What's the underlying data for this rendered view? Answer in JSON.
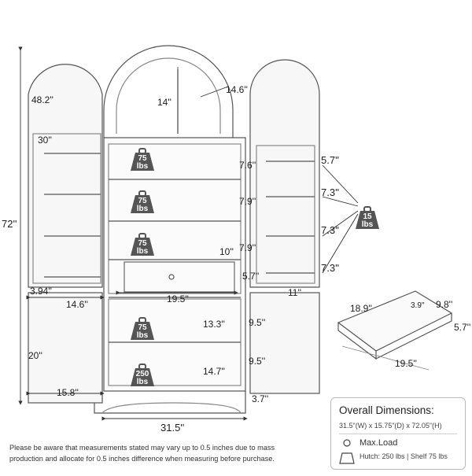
{
  "dimensions": {
    "door_height": "48.2''",
    "arch_width": "14''",
    "arch_depth": "14.6''",
    "door_rack_height": "30''",
    "total_height": "72''",
    "shelf_gap_1": "7.6''",
    "shelf_gap_2": "7.9''",
    "shelf_gap_3": "7.9''",
    "drawer_depth": "10''",
    "drawer_height": "5.7''",
    "drawer_width": "19.5''",
    "door_rack_width": "14.6''",
    "door_rack_depth": "3.94''",
    "right_rack_width": "11''",
    "rack_gap_1": "5.7''",
    "rack_gap_2": "7.3''",
    "rack_gap_3": "7.3''",
    "rack_gap_4": "7.3''",
    "lower_height": "20''",
    "lower_gap_1": "9.5''",
    "lower_gap_2": "9.5''",
    "lower_depth_1": "13.3''",
    "lower_depth_2": "14.7''",
    "lower_door_width": "15.8''",
    "base_height": "3.7''",
    "total_width": "31.5''",
    "drawer_detail_depth": "18.9''",
    "drawer_detail_side": "9.8''",
    "drawer_detail_inner": "3.9''",
    "drawer_detail_height": "5.7''",
    "drawer_detail_width": "19.5''"
  },
  "weights": {
    "shelf_1": [
      "75",
      "lbs"
    ],
    "shelf_2": [
      "75",
      "lbs"
    ],
    "shelf_3": [
      "75",
      "lbs"
    ],
    "shelf_4": [
      "75",
      "lbs"
    ],
    "bottom": [
      "250",
      "lbs"
    ],
    "door_rack": [
      "15",
      "lbs"
    ]
  },
  "summary": {
    "title": "Overall Dimensions:",
    "dims": "31.5\"(W) x 15.75\"(D) x 72.05\"(H)",
    "max_load_label": "Max.Load",
    "max_load_detail": "Hutch: 250 lbs | Shelf 75 lbs"
  },
  "note": {
    "line1": "Please be aware that measurements stated may vary up to 0.5 inches due to mass",
    "line2": "production and allocate for 0.5 inches difference when measuring before purchase."
  },
  "colors": {
    "line": "#4a4a4a",
    "weight": "#555555"
  }
}
